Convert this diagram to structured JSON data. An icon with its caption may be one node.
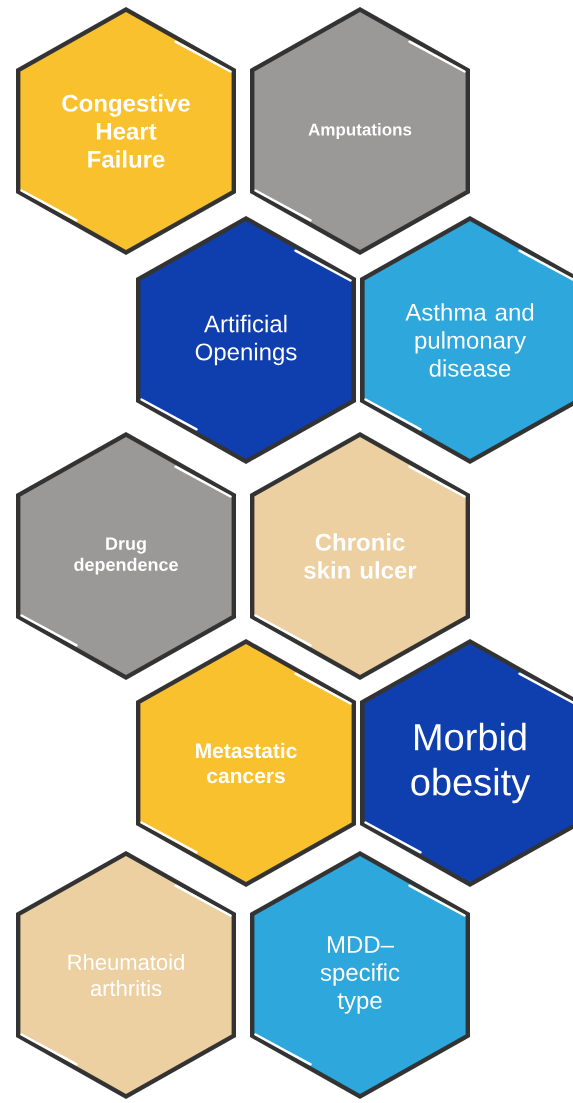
{
  "diagram": {
    "nodes": [
      {
        "text": [
          "Congestive Heart Failure"
        ]
      },
      {
        "text": [
          "Amputations"
        ]
      },
      {
        "text": [
          "Artificial Openings"
        ]
      },
      {
        "text": [
          "Asthma and pulmonary disease"
        ]
      },
      {
        "text": [
          "Drug dependence"
        ]
      },
      {
        "text": [
          "Chronic skin ulcer"
        ]
      },
      {
        "text": [
          "Metastatic cancers"
        ]
      },
      {
        "text": [
          "Morbid obesity"
        ]
      },
      {
        "text": [
          "Rheumatoid arthritis"
        ]
      },
      {
        "text": [
          "MDD–specific type"
        ]
      }
    ]
  }
}
